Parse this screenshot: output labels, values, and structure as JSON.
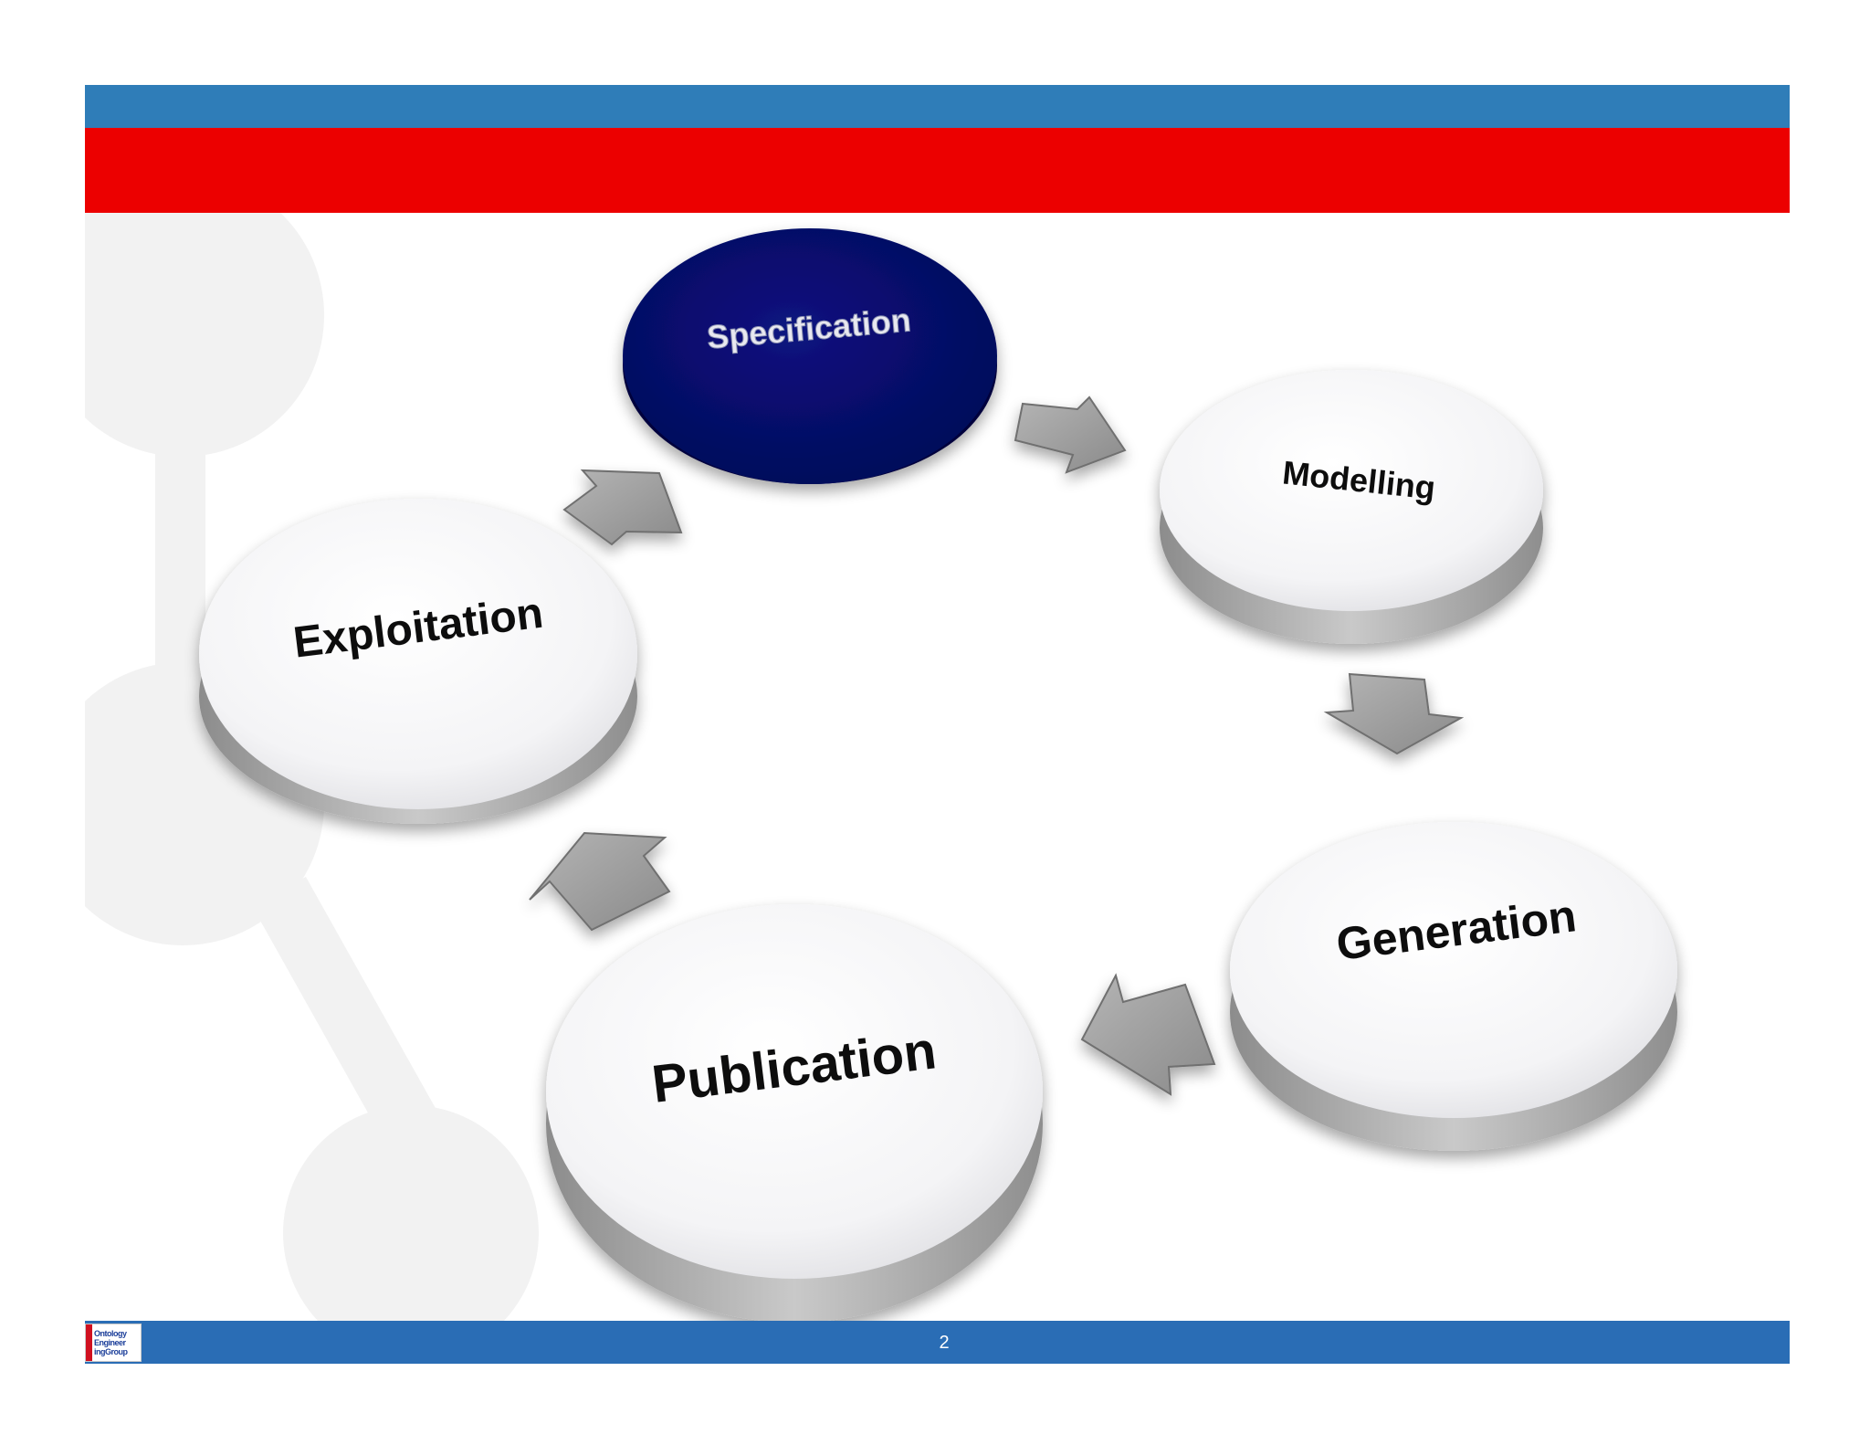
{
  "colors": {
    "top_band": "#2f7db8",
    "red_band": "#ec0000",
    "footer_band": "#2a6db5",
    "active_node": "#050a66",
    "node_face": "#f6f6f8",
    "arrow": "#9e9e9e",
    "watermark": "#f2f2f2"
  },
  "footer": {
    "page_number": "2",
    "logo_lines": [
      "Ontology",
      "Engineer",
      "ingGroup"
    ]
  },
  "diagram": {
    "nodes": [
      {
        "id": "specification",
        "label": "Specification",
        "active": true
      },
      {
        "id": "modelling",
        "label": "Modelling",
        "active": false
      },
      {
        "id": "generation",
        "label": "Generation",
        "active": false
      },
      {
        "id": "publication",
        "label": "Publication",
        "active": false
      },
      {
        "id": "exploitation",
        "label": "Exploitation",
        "active": false
      }
    ],
    "edges": [
      {
        "from": "specification",
        "to": "modelling"
      },
      {
        "from": "modelling",
        "to": "generation"
      },
      {
        "from": "generation",
        "to": "publication"
      },
      {
        "from": "publication",
        "to": "exploitation"
      },
      {
        "from": "exploitation",
        "to": "specification"
      }
    ]
  }
}
